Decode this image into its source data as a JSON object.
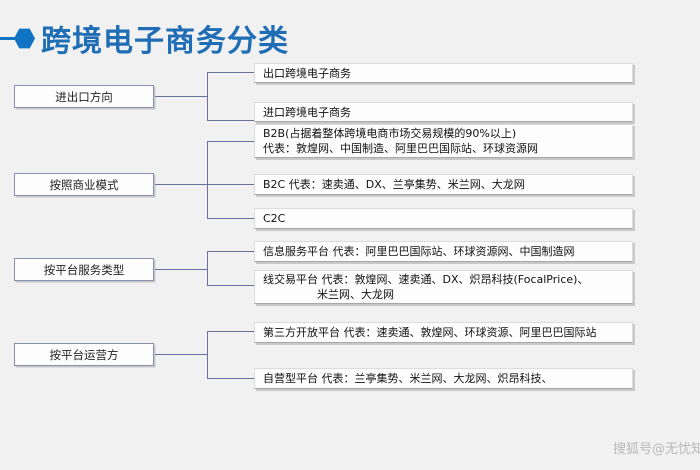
{
  "header": {
    "title": "跨境电子商务分类",
    "bullet_icon": "hexagon-icon",
    "accent_color": "#1f6db5"
  },
  "diagram": {
    "connector_color": "#6b6f9a",
    "groups": [
      {
        "label": "进出口方向",
        "items": [
          {
            "line1": "出口跨境电子商务",
            "line2": ""
          },
          {
            "line1": "进口跨境电子商务",
            "line2": ""
          }
        ]
      },
      {
        "label": "按照商业模式",
        "items": [
          {
            "line1": "B2B(占据着整体跨境电商市场交易规模的90%以上)",
            "line2": "代表：敦煌网、中国制造、阿里巴巴国际站、环球资源网"
          },
          {
            "line1": "B2C  代表：速卖通、DX、兰亭集势、米兰网、大龙网",
            "line2": ""
          },
          {
            "line1": "C2C",
            "line2": ""
          }
        ]
      },
      {
        "label": "按平台服务类型",
        "items": [
          {
            "line1": "信息服务平台 代表：阿里巴巴国际站、环球资源网、中国制造网",
            "line2": ""
          },
          {
            "line1": "线交易平台   代表：敦煌网、速卖通、DX、炽昂科技(FocalPrice)、",
            "line2": "米兰网、大龙网"
          }
        ]
      },
      {
        "label": "按平台运营方",
        "items": [
          {
            "line1": "第三方开放平台 代表：速卖通、敦煌网、环球资源、阿里巴巴国际站",
            "line2": ""
          },
          {
            "line1": "自营型平台    代表：兰亭集势、米兰网、大龙网、炽昂科技、",
            "line2": ""
          }
        ]
      }
    ]
  },
  "watermark": {
    "text": "搜狐号@无忧知"
  }
}
